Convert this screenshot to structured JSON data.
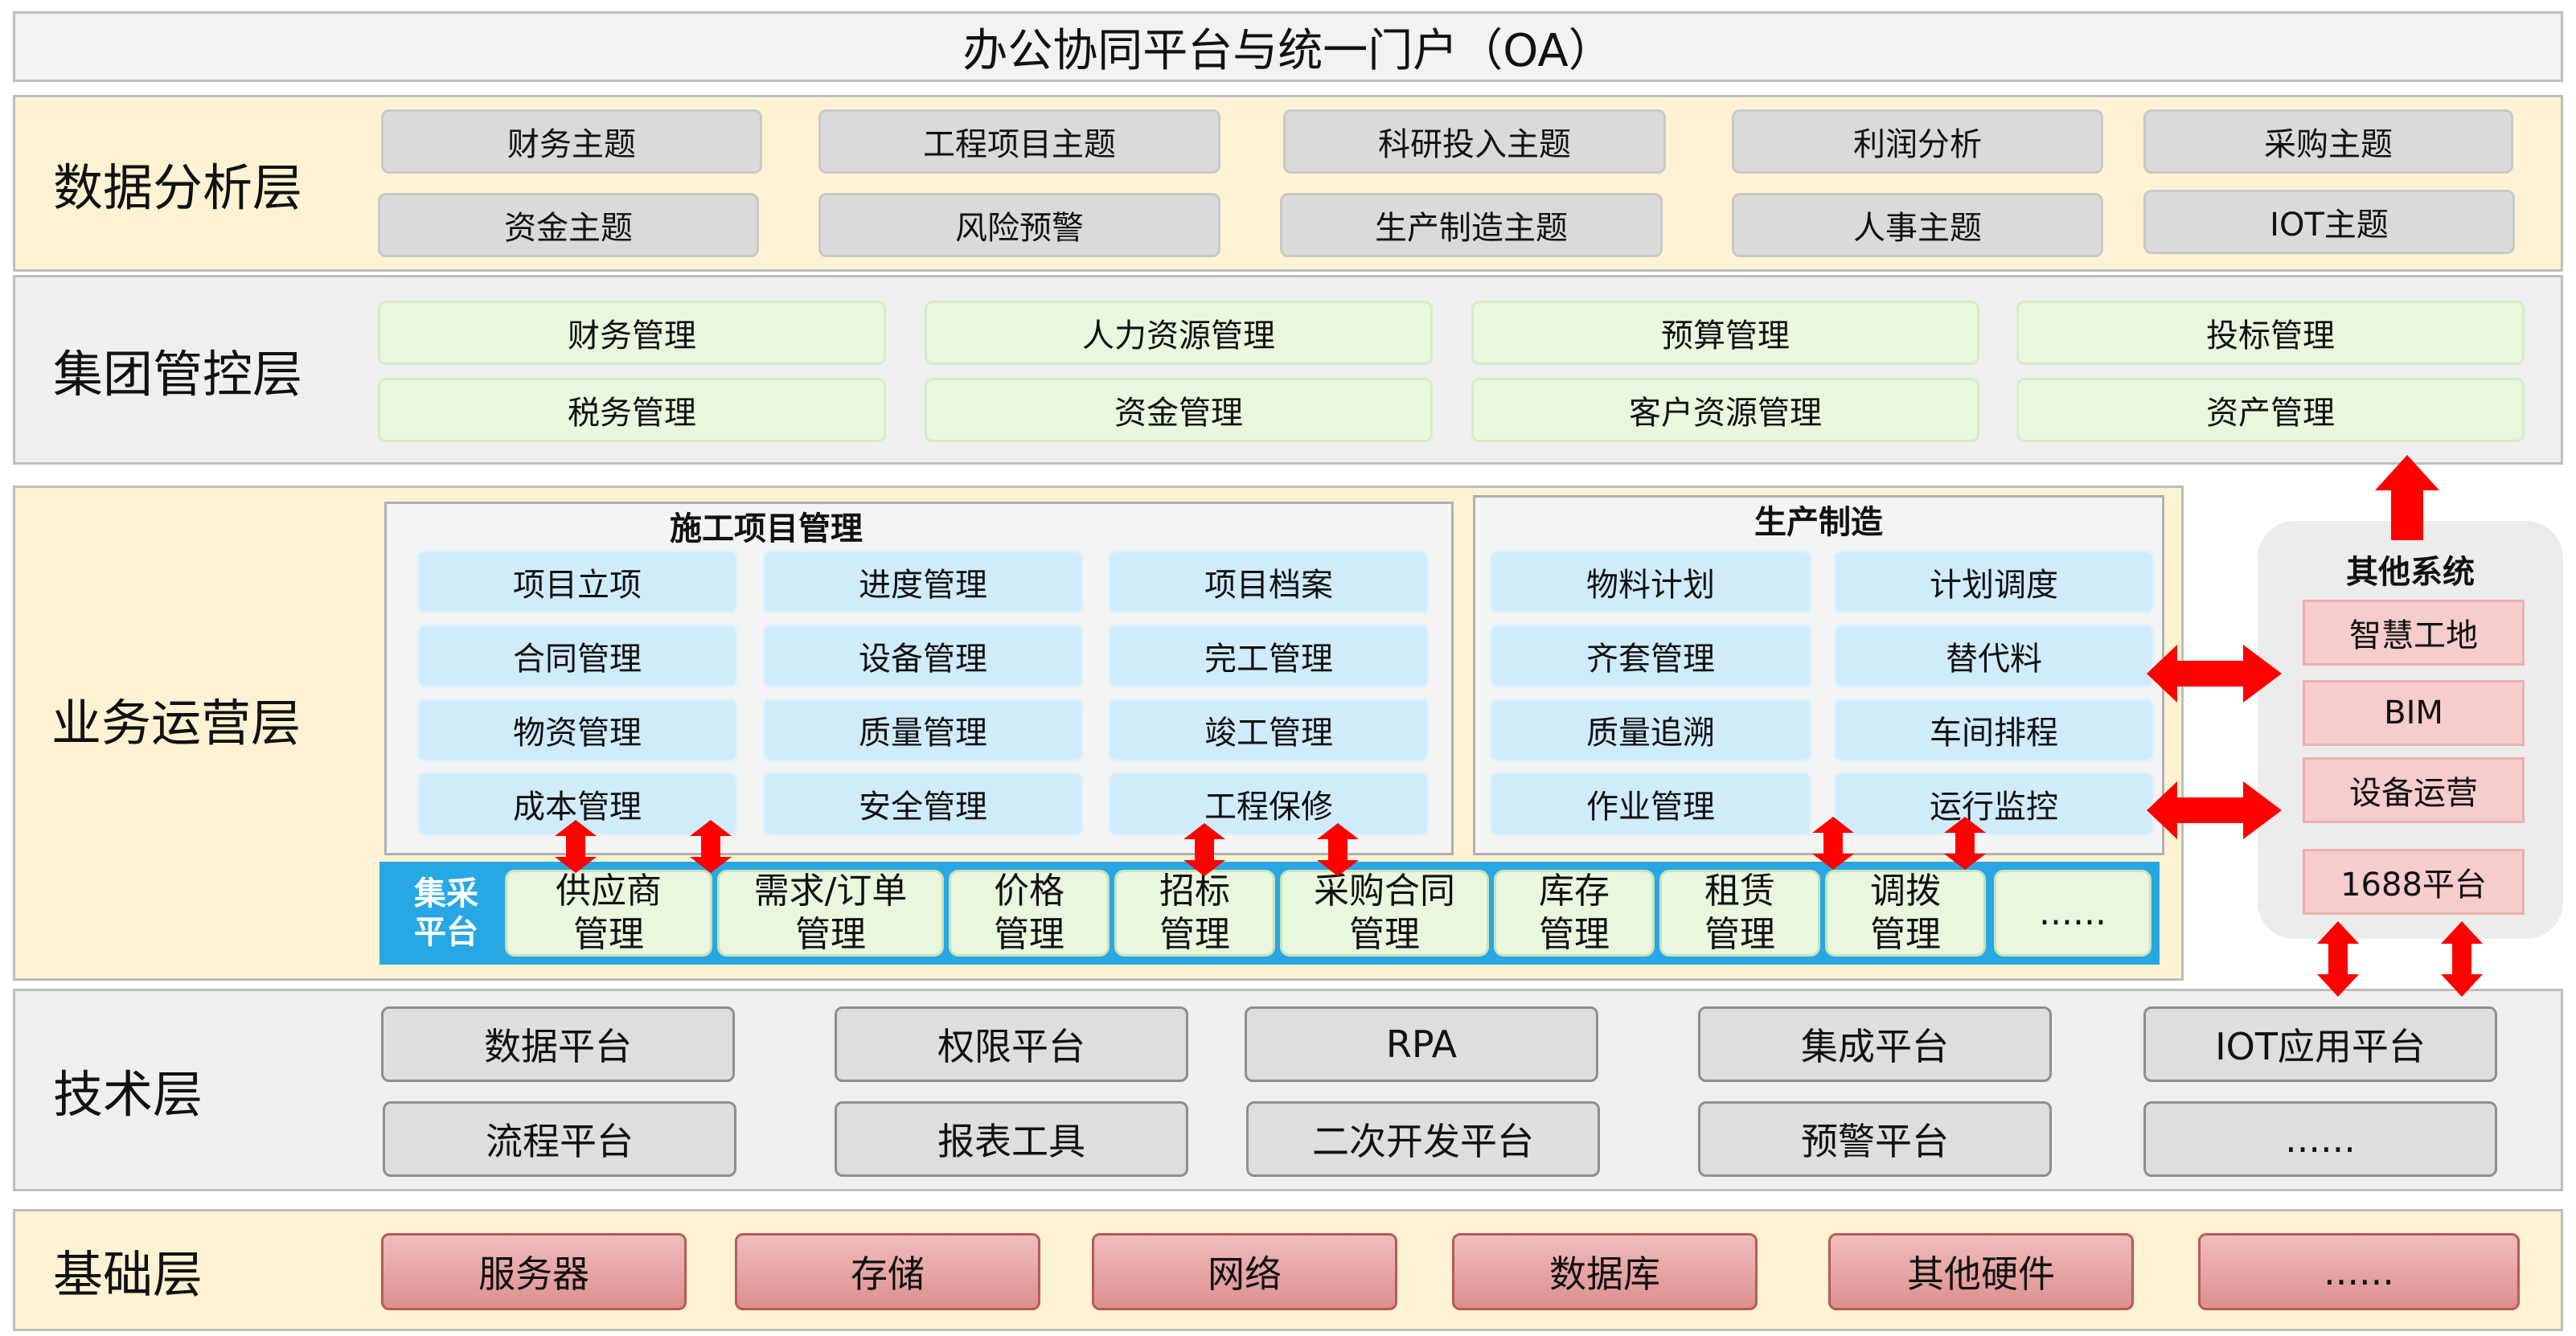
{
  "title": "办公协同平台与统一门户（OA）",
  "layers": {
    "analysis": {
      "label": "数据分析层",
      "items": [
        "财务主题",
        "工程项目主题",
        "科研投入主题",
        "利润分析",
        "采购主题",
        "资金主题",
        "风险预警",
        "生产制造主题",
        "人事主题",
        "IOT主题"
      ]
    },
    "group": {
      "label": "集团管控层",
      "items": [
        "财务管理",
        "人力资源管理",
        "预算管理",
        "投标管理",
        "税务管理",
        "资金管理",
        "客户资源管理",
        "资产管理"
      ]
    },
    "business": {
      "label": "业务运营层",
      "construction": {
        "title": "施工项目管理",
        "items": [
          "项目立项",
          "进度管理",
          "项目档案",
          "合同管理",
          "设备管理",
          "完工管理",
          "物资管理",
          "质量管理",
          "竣工管理",
          "成本管理",
          "安全管理",
          "工程保修"
        ]
      },
      "production": {
        "title": "生产制造",
        "items": [
          "物料计划",
          "计划调度",
          "齐套管理",
          "替代料",
          "质量追溯",
          "车间排程",
          "作业管理",
          "运行监控"
        ]
      },
      "procurement": {
        "label_line1": "集采",
        "label_line2": "平台",
        "items": [
          {
            "l1": "供应商",
            "l2": "管理"
          },
          {
            "l1": "需求/订单",
            "l2": "管理"
          },
          {
            "l1": "价格",
            "l2": "管理"
          },
          {
            "l1": "招标",
            "l2": "管理"
          },
          {
            "l1": "采购合同",
            "l2": "管理"
          },
          {
            "l1": "库存",
            "l2": "管理"
          },
          {
            "l1": "租赁",
            "l2": "管理"
          },
          {
            "l1": "调拨",
            "l2": "管理"
          },
          {
            "l1": "......",
            "l2": ""
          }
        ]
      }
    },
    "tech": {
      "label": "技术层",
      "items": [
        "数据平台",
        "权限平台",
        "RPA",
        "集成平台",
        "IOT应用平台",
        "流程平台",
        "报表工具",
        "二次开发平台",
        "预警平台",
        "......"
      ]
    },
    "base": {
      "label": "基础层",
      "items": [
        "服务器",
        "存储",
        "网络",
        "数据库",
        "其他硬件",
        "......"
      ]
    }
  },
  "other_systems": {
    "title": "其他系统",
    "items": [
      "智慧工地",
      "BIM",
      "设备运营",
      "1688平台"
    ]
  },
  "colors": {
    "beige": "#fdf2d3",
    "analysis_box": "#dadada",
    "group_box": "#e9f7df",
    "module_box": "#d0ecfb",
    "procurement_strip": "#27a7e3",
    "base_box": "#e8a6a6",
    "arrow": "#ff0000"
  }
}
